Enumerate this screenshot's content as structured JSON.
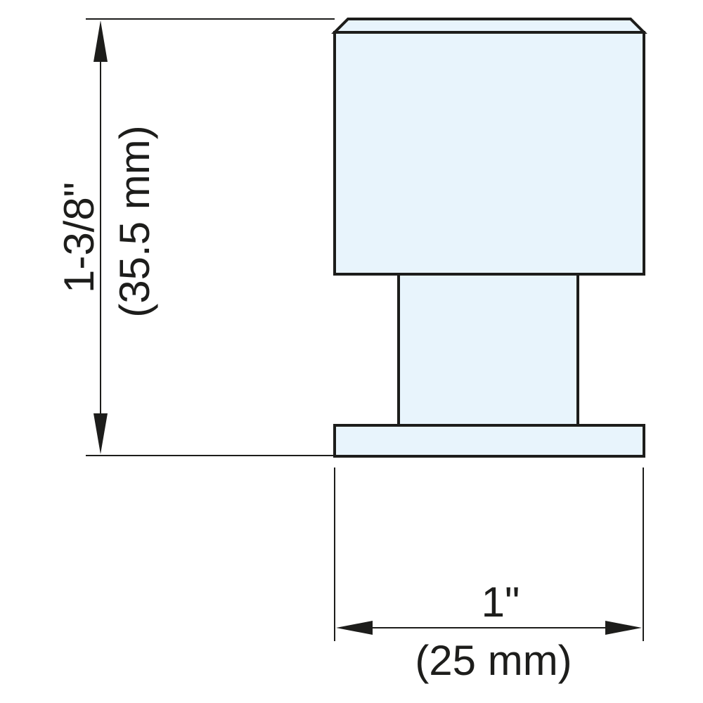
{
  "drawing": {
    "height_dimension": {
      "imperial": "1-3/8\"",
      "metric": "(35.5 mm)"
    },
    "width_dimension": {
      "imperial": "1\"",
      "metric": "(25 mm)"
    },
    "colors": {
      "line": "#1d1d1b",
      "fill": "#e8f4fc",
      "background": "#ffffff"
    }
  }
}
